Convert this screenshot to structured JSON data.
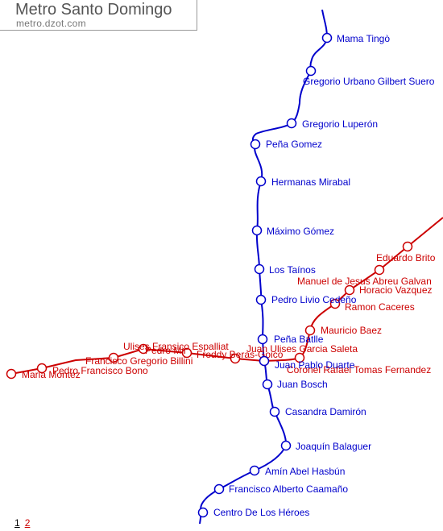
{
  "header": {
    "title": "Metro Santo Domingo",
    "subtitle": "metro.dzot.com"
  },
  "colors": {
    "line1": "#0000cc",
    "line2": "#cc0000",
    "page_current": "#000000",
    "page_other": "#cc0000"
  },
  "line1": {
    "stations": [
      "Mama Tingò",
      "Gregorio Urbano Gilbert Suero",
      "Gregorio Luperón",
      "Peña Gomez",
      "Hermanas Mirabal",
      "Máximo Gómez",
      "Los Taínos",
      "Pedro Livio Cedeño",
      "Peña Batlle",
      "Juan Pablo Duarte",
      "Juan Bosch",
      "Casandra Damirón",
      "Joaquín Balaguer",
      "Amín Abel Hasbún",
      "Francisco Alberto Caamaño",
      "Centro De Los Héroes"
    ]
  },
  "line2": {
    "stations": [
      "Eduardo Brito",
      "Manuel de Jesus Abreu Galvan",
      "Horacio Vazquez",
      "Ramon Caceres",
      "Mauricio Baez",
      "Coronel Rafael Tomas Fernandez",
      "Juan Ulises Garcia Saleta",
      "Freddy Beras-Goico",
      "Ulises Fransico Espalliat",
      "Pedro Mir",
      "Francisco Gregorio Billini",
      "Pedro Francisco Bono",
      "Maria Montez"
    ]
  },
  "pages": [
    "1",
    "2"
  ]
}
